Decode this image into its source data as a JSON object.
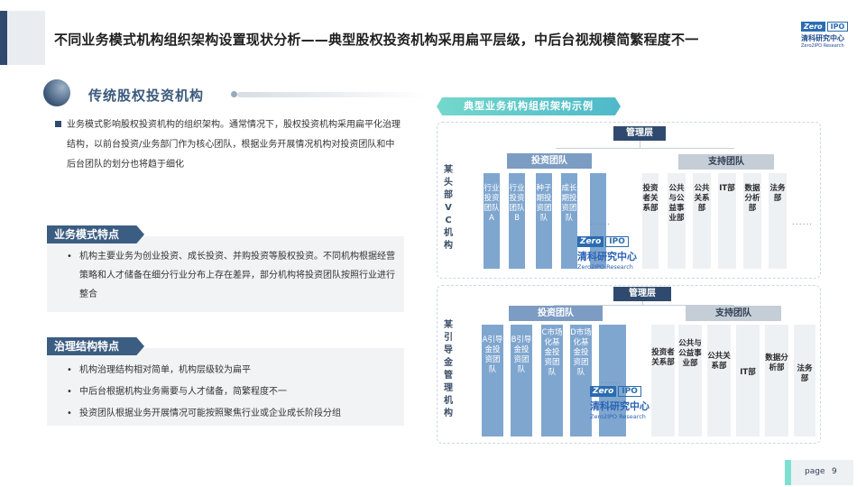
{
  "header": {
    "title": "不同业务模式机构组织架构设置现状分析——典型股权投资机构采用扁平层级，中后台视规模简繁程度不一",
    "logo": {
      "zero": "Zero",
      "ipo": "IPO",
      "cn": "清科研究中心",
      "en": "Zero2IPO Research"
    }
  },
  "section": {
    "title": "传统股权投资机构"
  },
  "intro": {
    "text": "业务模式影响股权投资机构的组织架构。通常情况下，股权投资机构采用扁平化治理结构，以前台投资/业务部门作为核心团队，根据业务开展情况机构对投资团队和中后台团队的划分也将趋于细化"
  },
  "business": {
    "tag": "业务模式特点",
    "bullets": [
      "机构主要业务为创业投资、成长投资、并购投资等股权投资。不同机构根据经营策略和人才储备在细分行业分布上存在差异，部分机构将投资团队按照行业进行整合"
    ]
  },
  "governance": {
    "tag": "治理结构特点",
    "bullets": [
      "机构治理结构相对简单，机构层级较为扁平",
      "中后台根据机构业务需要与人才储备，简繁程度不一",
      "投资团队根据业务开展情况可能按照聚焦行业或企业成长阶段分组"
    ]
  },
  "org": {
    "title": "典型业务机构组织架构示例",
    "chart1": {
      "side_label": "某头部VC机构",
      "mgmt": "管理层",
      "inv_group": "投资团队",
      "sup_group": "支持团队",
      "inv_cols": [
        "行业投资团队A",
        "行业投资团队B",
        "种子期投资团队",
        "成长期投资团队",
        ""
      ],
      "sup_cols": [
        "投资者关系部",
        "公共与公益事业部",
        "公共关系部",
        "IT部",
        "数据分析部",
        "法务部"
      ],
      "dots": "......"
    },
    "chart2": {
      "side_label": "某引导金管理机构",
      "mgmt": "管理层",
      "inv_group": "投资团队",
      "sup_group": "支持团队",
      "inv_cols": [
        "A引导金投资团队",
        "B引导金投资团队",
        "C市场化基金投资团队",
        "D市场化基金投资团队",
        ""
      ],
      "sup_cols": [
        "投资者关系部",
        "公共与公益事业部",
        "公共关系部",
        "IT部",
        "数据分析部",
        "法务部"
      ],
      "dots": "......"
    },
    "watermark": {
      "zero": "Zero",
      "ipo": "IPO",
      "cn": "清科研究中心",
      "en": "Zero2IPO Research"
    }
  },
  "footer": {
    "page_label": "page",
    "page_number": "9"
  }
}
